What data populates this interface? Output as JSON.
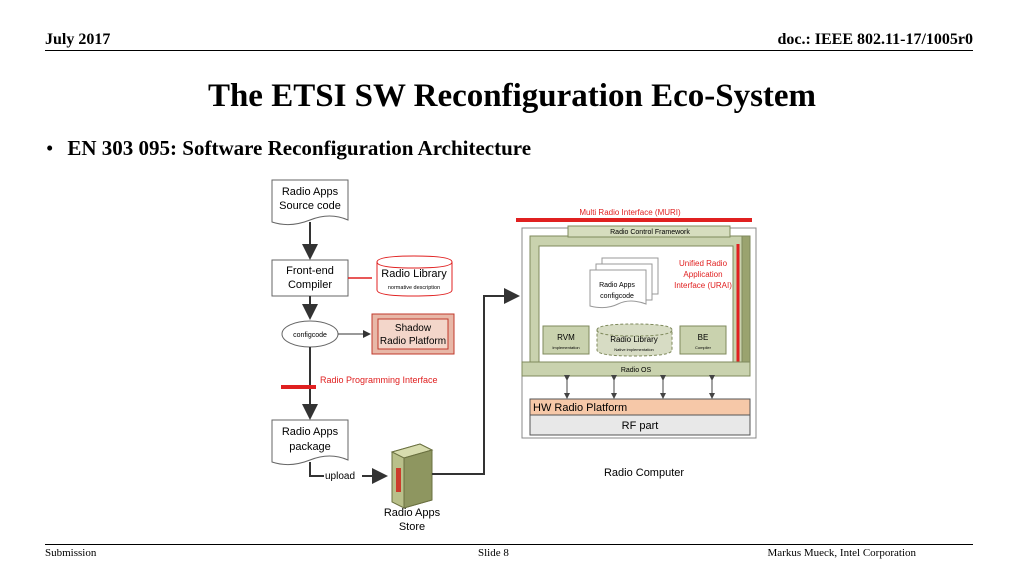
{
  "header": {
    "date": "July 2017",
    "doc": "doc.: IEEE 802.11-17/1005r0"
  },
  "title": "The ETSI SW Reconfiguration Eco-System",
  "bullet": "EN 303 095: Software Reconfiguration Architecture",
  "diagram": {
    "source_code": [
      "Radio Apps",
      "Source code"
    ],
    "front_end": [
      "Front-end",
      "Compiler"
    ],
    "radio_library_left": "Radio Library",
    "radio_library_left_sub": "normative description",
    "configcode": "configcode",
    "shadow": [
      "Shadow",
      "Radio Platform"
    ],
    "rpi": "Radio Programming Interface",
    "package": [
      "Radio Apps",
      "package"
    ],
    "upload": "upload",
    "store": [
      "Radio Apps",
      "Store"
    ],
    "muri": "Multi Radio Interface (MURI)",
    "rcf": "Radio Control Framework",
    "urai": [
      "Unified Radio",
      "Application",
      "Interface (URAI)"
    ],
    "configcode_doc": [
      "Radio Apps",
      "configcode"
    ],
    "rvm": "RVM",
    "rvm_sub": "Implementation",
    "radio_library_right": "Radio Library",
    "radio_library_right_sub": "Native implementation",
    "be": "BE",
    "be_sub": "Compiler",
    "radio_os": "Radio OS",
    "hw": "HW Radio Platform",
    "rf": "RF part",
    "radio_computer": "Radio Computer",
    "colors": {
      "red": "#e02020",
      "olive": "#c9d2ae",
      "olive_dark": "#7f8a5c",
      "hw": "#f6c8a8",
      "shadow": "#e8b8a8"
    }
  },
  "footer": {
    "left": "Submission",
    "center": "Slide 8",
    "right": "Markus Mueck, Intel Corporation"
  }
}
